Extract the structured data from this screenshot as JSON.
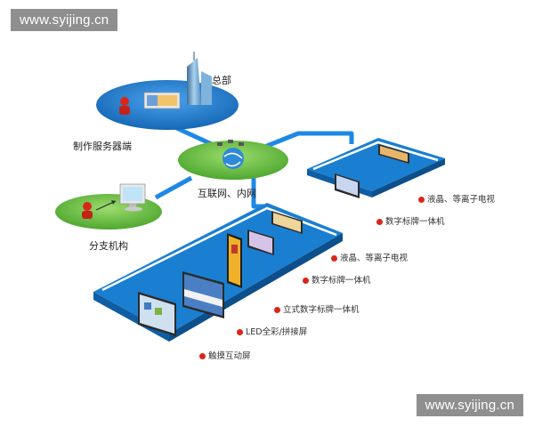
{
  "watermark": {
    "top_left": "www.syijing.cn",
    "bottom_right": "www.syijing.cn"
  },
  "nodes": {
    "headquarters": "总部",
    "server_side": "制作服务器端",
    "network": "互联网、内网",
    "branch": "分支机构"
  },
  "devices": {
    "lcd_plasma_right": "液晶、等离子电视",
    "digital_signage_right": "数字标牌一体机",
    "lcd_plasma_main": "液晶、等离子电视",
    "digital_signage_main": "数字标牌一体机",
    "standing_signage": "立式数字标牌一体机",
    "led_screen": "LED全彩/拼接屏",
    "touch_screen": "触摸互动屏"
  },
  "colors": {
    "blue_platform": "#1a7fd1",
    "blue_platform_side": "#0f5ea3",
    "green_ellipse": "#6cc24a",
    "connector": "#1e88e5",
    "bullet": "#d9261c",
    "watermark_bg": "#8f8f8f"
  }
}
